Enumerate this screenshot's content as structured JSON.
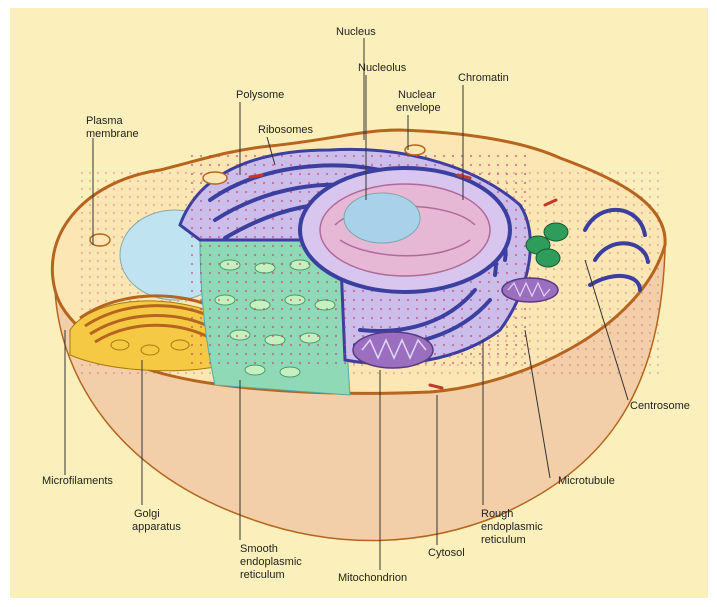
{
  "colors": {
    "background": "#fbf0bc",
    "cell_body": "#f2cfa9",
    "membrane": "#b5651d",
    "rough_er": "#3a3fa0",
    "smooth_er": "#8fd9b6",
    "golgi": "#e6a21f",
    "nucleus_fill": "#c9b6e6",
    "nucleolus": "#a9d2ea",
    "mitochondrion": "#9a6fc0",
    "centrosome": "#2e9c5a",
    "vacuole": "#bfe3f0"
  },
  "labels": {
    "nucleus": "Nucleus",
    "nucleolus": "Nucleolus",
    "chromatin": "Chromatin",
    "polysome": "Polysome",
    "nuclear_envelope_1": "Nuclear",
    "nuclear_envelope_2": "envelope",
    "plasma_membrane_1": "Plasma",
    "plasma_membrane_2": "membrane",
    "ribosomes": "Ribosomes",
    "centrosome": "Centrosome",
    "microfilaments": "Microfilaments",
    "microtubule": "Microtubule",
    "golgi_1": "Golgi",
    "golgi_2": "apparatus",
    "rough_er_1": "Rough",
    "rough_er_2": "endoplasmic",
    "rough_er_3": "reticulum",
    "smooth_er_1": "Smooth",
    "smooth_er_2": "endoplasmic",
    "smooth_er_3": "reticulum",
    "cytosol": "Cytosol",
    "mitochondrion": "Mitochondrion"
  }
}
